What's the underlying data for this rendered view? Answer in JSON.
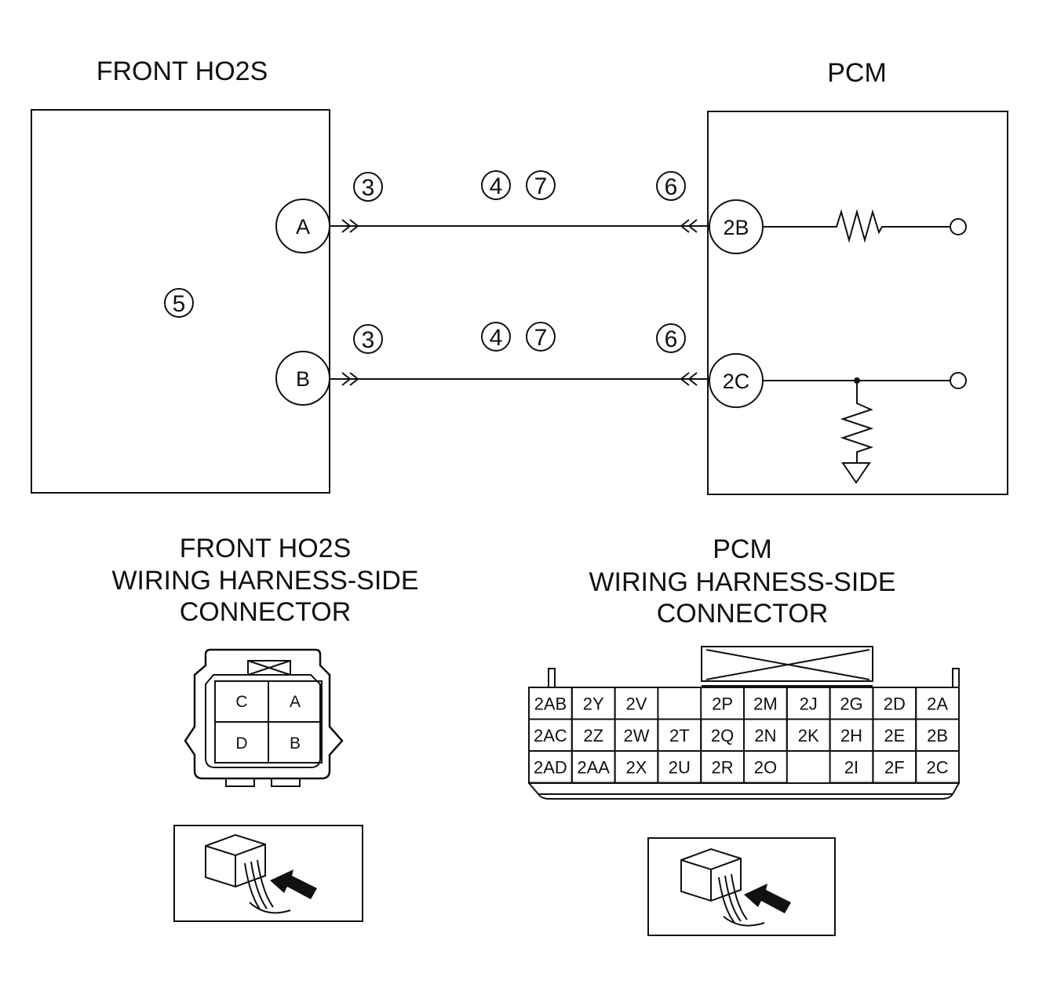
{
  "diagram": {
    "left_title": "FRONT HO2S",
    "right_title": "PCM",
    "left_pins": [
      "A",
      "B"
    ],
    "right_pins": [
      "2B",
      "2C"
    ],
    "step_marks": {
      "sensor_side": "3",
      "harness_a": "4",
      "harness_b": "7",
      "pcm_side": "6",
      "sensor_body": "5"
    }
  },
  "front_connector": {
    "title_lines": [
      "FRONT HO2S",
      "WIRING HARNESS-SIDE",
      "CONNECTOR"
    ],
    "pins": [
      "C",
      "A",
      "D",
      "B"
    ]
  },
  "pcm_connector": {
    "title_lines": [
      "PCM",
      "WIRING HARNESS-SIDE",
      "CONNECTOR"
    ],
    "rows": [
      [
        "2AB",
        "2Y",
        "2V",
        "",
        "2P",
        "2M",
        "2J",
        "2G",
        "2D",
        "2A"
      ],
      [
        "2AC",
        "2Z",
        "2W",
        "2T",
        "2Q",
        "2N",
        "2K",
        "2H",
        "2E",
        "2B"
      ],
      [
        "2AD",
        "2AA",
        "2X",
        "2U",
        "2R",
        "2O",
        "",
        "2I",
        "2F",
        "2C"
      ]
    ]
  },
  "icons": {
    "front_view": "connector-view-icon",
    "pcm_view": "connector-view-icon"
  }
}
